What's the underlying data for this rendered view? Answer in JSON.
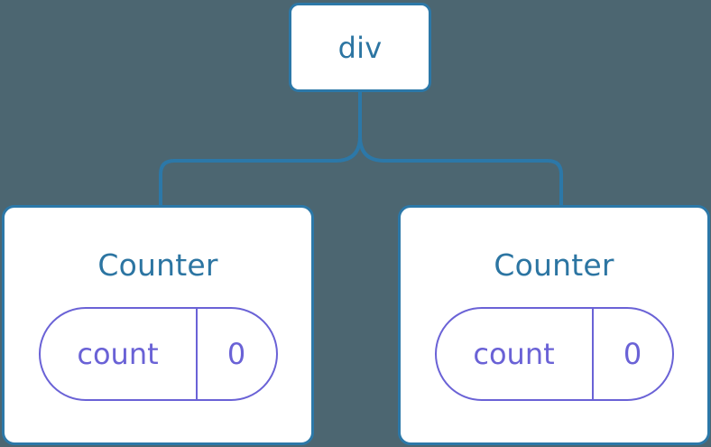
{
  "diagram": {
    "type": "component-tree",
    "background_color": "#4c6671",
    "node_border_color": "#2c78a8",
    "node_fill_color": "#ffffff",
    "title_text_color": "#2c75a2",
    "state_accent_color": "#6a62d6",
    "edge_color": "#2c78a8",
    "root": {
      "label": "div"
    },
    "children": [
      {
        "label": "Counter",
        "state": {
          "key": "count",
          "value": "0"
        }
      },
      {
        "label": "Counter",
        "state": {
          "key": "count",
          "value": "0"
        }
      }
    ]
  }
}
